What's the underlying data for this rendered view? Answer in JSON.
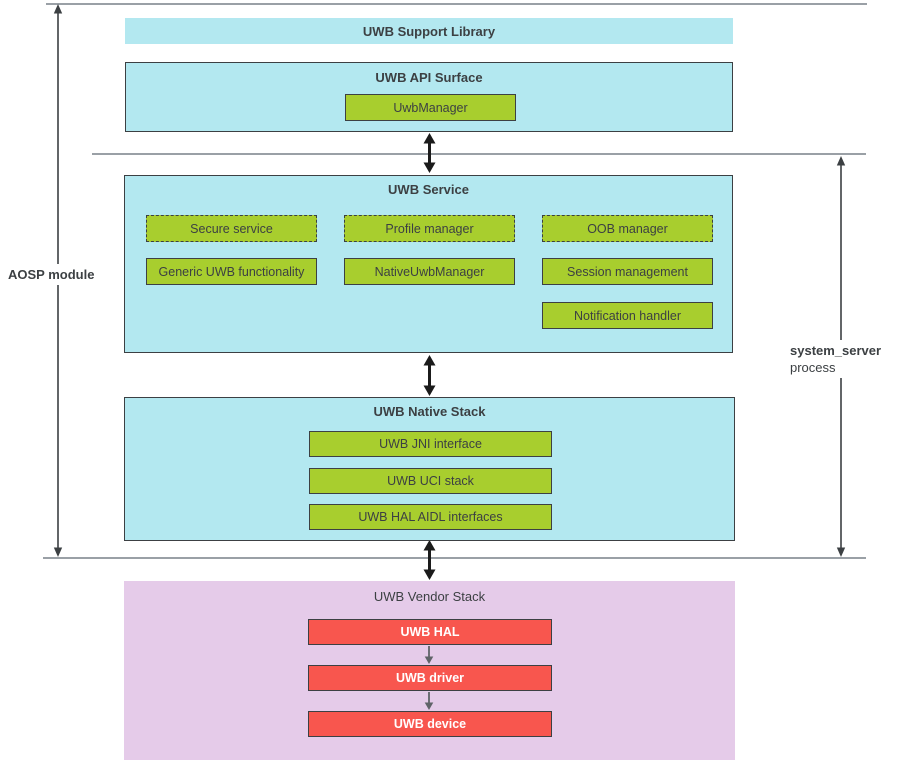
{
  "side_labels": {
    "aosp_module": "AOSP module",
    "system_server": "system_server",
    "process": "process"
  },
  "layers": {
    "support_library": {
      "title": "UWB Support Library"
    },
    "api_surface": {
      "title": "UWB API Surface",
      "uwb_manager": "UwbManager"
    },
    "service": {
      "title": "UWB Service",
      "secure_service": "Secure service",
      "profile_manager": "Profile manager",
      "oob_manager": "OOB manager",
      "generic_uwb_functionality": "Generic UWB functionality",
      "native_uwb_manager": "NativeUwbManager",
      "session_management": "Session management",
      "notification_handler": "Notification handler"
    },
    "native_stack": {
      "title": "UWB Native Stack",
      "jni": "UWB JNI interface",
      "uci": "UWB UCI stack",
      "hal_aidl": "UWB HAL AIDL interfaces"
    },
    "vendor_stack": {
      "title": "UWB Vendor Stack",
      "hal": "UWB HAL",
      "driver": "UWB driver",
      "device": "UWB device"
    }
  },
  "colors": {
    "container_cyan": "#b3e8f0",
    "module_green": "#a8ce2e",
    "vendor_purple": "#e5cbe9",
    "vendor_red": "#f8564e",
    "box_border": "#3c4043",
    "divider_gray": "#9aa0a6",
    "arrow_black": "#1b1b1b",
    "text_dark": "#3c4043",
    "text_white": "#ffffff"
  },
  "icons": {
    "bidirectional_arrow": "vertical double-headed arrow",
    "span_arrow": "vertical double-headed extent arrow",
    "down_arrow": "small downward arrow"
  }
}
